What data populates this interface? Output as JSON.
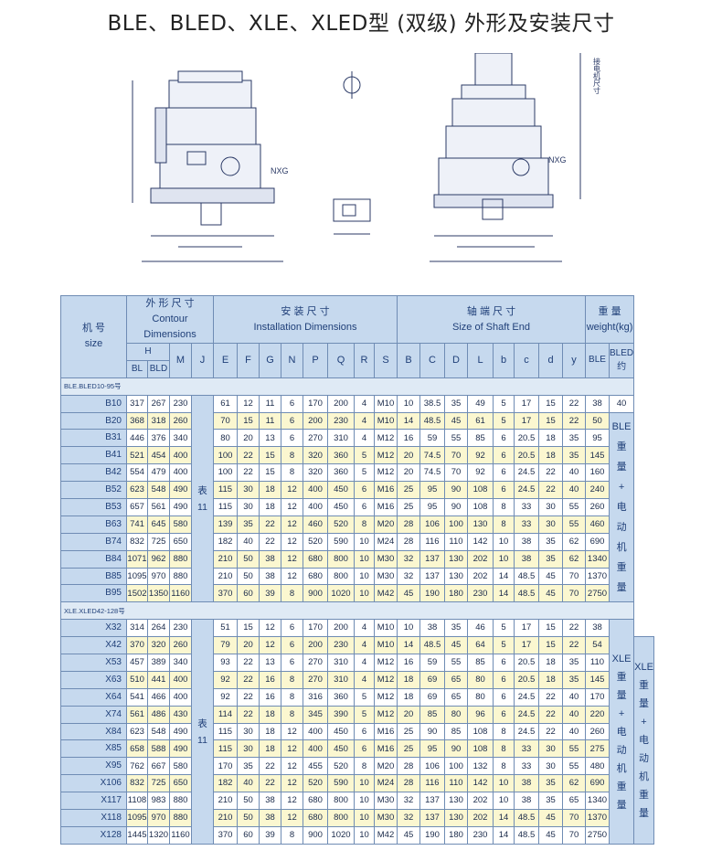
{
  "title": "BLE、BLED、XLE、XLED型 (双级) 外形及安装尺寸",
  "drawing": {
    "nxg": "NXG",
    "motor_note": "接电机尺寸"
  },
  "header": {
    "model_cn": "机 号",
    "model_en": "size",
    "contour_cn": "外 形 尺 寸",
    "contour_en": "Contour Dimensions",
    "install_cn": "安 装 尺 寸",
    "install_en": "Installation  Dimensions",
    "shaft_cn": "轴 端 尺 寸",
    "shaft_en": "Size of Shaft  End",
    "weight_cn": "重 量",
    "weight_en": "weight(kg)",
    "h": "H",
    "bl": "BL",
    "bld": "BLD",
    "m": "M",
    "j": "J",
    "inst": [
      "E",
      "F",
      "G",
      "N",
      "P",
      "Q",
      "R",
      "S"
    ],
    "shaft": [
      "B",
      "C",
      "D",
      "L",
      "b",
      "c",
      "d",
      "y"
    ],
    "ble": "BLE",
    "bled": "BLED",
    "yue": "约"
  },
  "sections": [
    {
      "label": "BLE.BLED10-95号",
      "table_ref": [
        "表",
        "11"
      ],
      "weight_note": [
        "BLE",
        "重",
        "量",
        "+",
        "电",
        "动",
        "机",
        "重",
        "量"
      ],
      "rows": [
        [
          "B10",
          "317",
          "267",
          "230",
          "61",
          "12",
          "11",
          "6",
          "170",
          "200",
          "4",
          "M10",
          "10",
          "38.5",
          "35",
          "49",
          "5",
          "17",
          "15",
          "22",
          "38",
          "40"
        ],
        [
          "B20",
          "368",
          "318",
          "260",
          "70",
          "15",
          "11",
          "6",
          "200",
          "230",
          "4",
          "M10",
          "14",
          "48.5",
          "45",
          "61",
          "5",
          "17",
          "15",
          "22",
          "50"
        ],
        [
          "B31",
          "446",
          "376",
          "340",
          "80",
          "20",
          "13",
          "6",
          "270",
          "310",
          "4",
          "M12",
          "16",
          "59",
          "55",
          "85",
          "6",
          "20.5",
          "18",
          "35",
          "95"
        ],
        [
          "B41",
          "521",
          "454",
          "400",
          "100",
          "22",
          "15",
          "8",
          "320",
          "360",
          "5",
          "M12",
          "20",
          "74.5",
          "70",
          "92",
          "6",
          "20.5",
          "18",
          "35",
          "145"
        ],
        [
          "B42",
          "554",
          "479",
          "400",
          "100",
          "22",
          "15",
          "8",
          "320",
          "360",
          "5",
          "M12",
          "20",
          "74.5",
          "70",
          "92",
          "6",
          "24.5",
          "22",
          "40",
          "160"
        ],
        [
          "B52",
          "623",
          "548",
          "490",
          "115",
          "30",
          "18",
          "12",
          "400",
          "450",
          "6",
          "M16",
          "25",
          "95",
          "90",
          "108",
          "6",
          "24.5",
          "22",
          "40",
          "240"
        ],
        [
          "B53",
          "657",
          "561",
          "490",
          "115",
          "30",
          "18",
          "12",
          "400",
          "450",
          "6",
          "M16",
          "25",
          "95",
          "90",
          "108",
          "8",
          "33",
          "30",
          "55",
          "260"
        ],
        [
          "B63",
          "741",
          "645",
          "580",
          "139",
          "35",
          "22",
          "12",
          "460",
          "520",
          "8",
          "M20",
          "28",
          "106",
          "100",
          "130",
          "8",
          "33",
          "30",
          "55",
          "460"
        ],
        [
          "B74",
          "832",
          "725",
          "650",
          "182",
          "40",
          "22",
          "12",
          "520",
          "590",
          "10",
          "M24",
          "28",
          "116",
          "110",
          "142",
          "10",
          "38",
          "35",
          "62",
          "690"
        ],
        [
          "B84",
          "1071",
          "962",
          "880",
          "210",
          "50",
          "38",
          "12",
          "680",
          "800",
          "10",
          "M30",
          "32",
          "137",
          "130",
          "202",
          "10",
          "38",
          "35",
          "62",
          "1340"
        ],
        [
          "B85",
          "1095",
          "970",
          "880",
          "210",
          "50",
          "38",
          "12",
          "680",
          "800",
          "10",
          "M30",
          "32",
          "137",
          "130",
          "202",
          "14",
          "48.5",
          "45",
          "70",
          "1370"
        ],
        [
          "B95",
          "1502",
          "1350",
          "1160",
          "370",
          "60",
          "39",
          "8",
          "900",
          "1020",
          "10",
          "M42",
          "45",
          "190",
          "180",
          "230",
          "14",
          "48.5",
          "45",
          "70",
          "2750"
        ]
      ]
    },
    {
      "label": "XLE.XLED42-128号",
      "table_ref": [
        "表",
        "11"
      ],
      "weight_note": [
        "XLE",
        "重",
        "量",
        "+",
        "电",
        "动",
        "机",
        "重",
        "量"
      ],
      "rows": [
        [
          "X32",
          "314",
          "264",
          "230",
          "51",
          "15",
          "12",
          "6",
          "170",
          "200",
          "4",
          "M10",
          "10",
          "38",
          "35",
          "46",
          "5",
          "17",
          "15",
          "22",
          "38"
        ],
        [
          "X42",
          "370",
          "320",
          "260",
          "79",
          "20",
          "12",
          "6",
          "200",
          "230",
          "4",
          "M10",
          "14",
          "48.5",
          "45",
          "64",
          "5",
          "17",
          "15",
          "22",
          "54"
        ],
        [
          "X53",
          "457",
          "389",
          "340",
          "93",
          "22",
          "13",
          "6",
          "270",
          "310",
          "4",
          "M12",
          "16",
          "59",
          "55",
          "85",
          "6",
          "20.5",
          "18",
          "35",
          "110"
        ],
        [
          "X63",
          "510",
          "441",
          "400",
          "92",
          "22",
          "16",
          "8",
          "270",
          "310",
          "4",
          "M12",
          "18",
          "69",
          "65",
          "80",
          "6",
          "20.5",
          "18",
          "35",
          "145"
        ],
        [
          "X64",
          "541",
          "466",
          "400",
          "92",
          "22",
          "16",
          "8",
          "316",
          "360",
          "5",
          "M12",
          "18",
          "69",
          "65",
          "80",
          "6",
          "24.5",
          "22",
          "40",
          "170"
        ],
        [
          "X74",
          "561",
          "486",
          "430",
          "114",
          "22",
          "18",
          "8",
          "345",
          "390",
          "5",
          "M12",
          "20",
          "85",
          "80",
          "96",
          "6",
          "24.5",
          "22",
          "40",
          "220"
        ],
        [
          "X84",
          "623",
          "548",
          "490",
          "115",
          "30",
          "18",
          "12",
          "400",
          "450",
          "6",
          "M16",
          "25",
          "90",
          "85",
          "108",
          "8",
          "24.5",
          "22",
          "40",
          "260"
        ],
        [
          "X85",
          "658",
          "588",
          "490",
          "115",
          "30",
          "18",
          "12",
          "400",
          "450",
          "6",
          "M16",
          "25",
          "95",
          "90",
          "108",
          "8",
          "33",
          "30",
          "55",
          "275"
        ],
        [
          "X95",
          "762",
          "667",
          "580",
          "170",
          "35",
          "22",
          "12",
          "455",
          "520",
          "8",
          "M20",
          "28",
          "106",
          "100",
          "132",
          "8",
          "33",
          "30",
          "55",
          "480"
        ],
        [
          "X106",
          "832",
          "725",
          "650",
          "182",
          "40",
          "22",
          "12",
          "520",
          "590",
          "10",
          "M24",
          "28",
          "116",
          "110",
          "142",
          "10",
          "38",
          "35",
          "62",
          "690"
        ],
        [
          "X117",
          "1108",
          "983",
          "880",
          "210",
          "50",
          "38",
          "12",
          "680",
          "800",
          "10",
          "M30",
          "32",
          "137",
          "130",
          "202",
          "10",
          "38",
          "35",
          "65",
          "1340"
        ],
        [
          "X118",
          "1095",
          "970",
          "880",
          "210",
          "50",
          "38",
          "12",
          "680",
          "800",
          "10",
          "M30",
          "32",
          "137",
          "130",
          "202",
          "14",
          "48.5",
          "45",
          "70",
          "1370"
        ],
        [
          "X128",
          "1445",
          "1320",
          "1160",
          "370",
          "60",
          "39",
          "8",
          "900",
          "1020",
          "10",
          "M42",
          "45",
          "190",
          "180",
          "230",
          "14",
          "48.5",
          "45",
          "70",
          "2750"
        ]
      ]
    }
  ]
}
